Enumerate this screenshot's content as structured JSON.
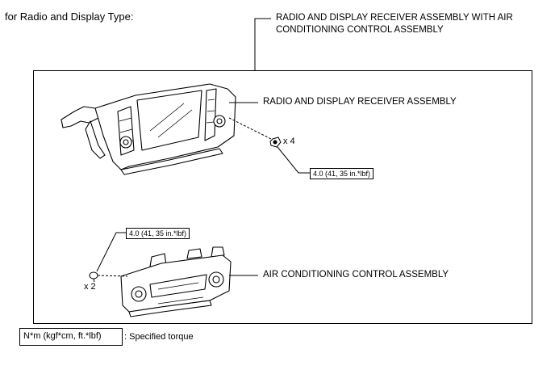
{
  "heading": "for Radio and Display Type:",
  "assembly_label_line1": "RADIO AND DISPLAY RECEIVER ASSEMBLY WITH AIR",
  "assembly_label_line2": "CONDITIONING CONTROL ASSEMBLY",
  "radio_label": "RADIO AND DISPLAY RECEIVER ASSEMBLY",
  "ac_label": "AIR CONDITIONING CONTROL ASSEMBLY",
  "screw_count_radio": "x 4",
  "screw_count_ac": "x 2",
  "torque_radio": "4.0 (41, 35 in.*lbf)",
  "torque_ac": "4.0 (41, 35 in.*lbf)",
  "legend": {
    "unit": "N*m (kgf*cm, ft.*lbf)",
    "description": ": Specified torque"
  }
}
